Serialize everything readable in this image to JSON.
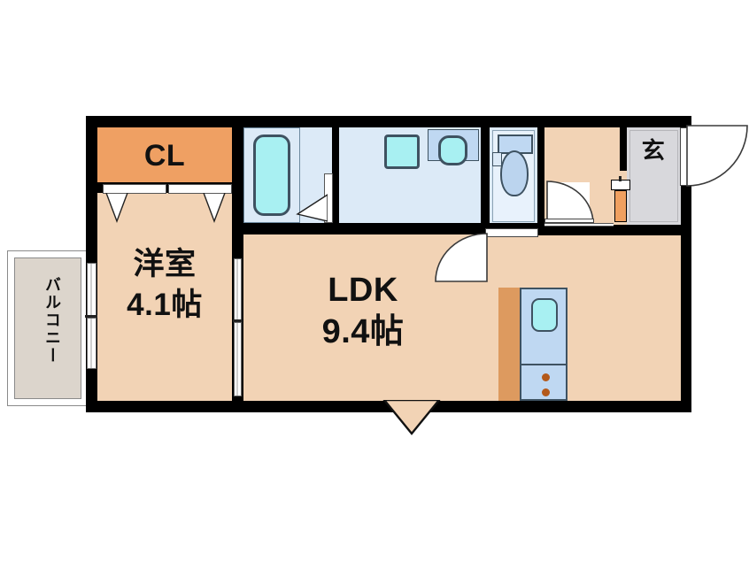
{
  "plan": {
    "type": "apartment-floor-plan",
    "layout_code": "1LDK",
    "unit_of_area": "帖",
    "colors": {
      "wall": "#000000",
      "floor": "#F2D3B5",
      "closet": "#EFA063",
      "water_area": "#DCEAF7",
      "entrance": "#D8D8DC",
      "balcony": "#DCD5CC",
      "fixture_outline": "#3E5261",
      "fixture_cyan": "#A8F0F2",
      "fixture_blue": "#BFD8F2"
    }
  },
  "rooms": {
    "closet": {
      "label": "CL",
      "name": "closet"
    },
    "bedroom": {
      "label": "洋室",
      "area": "4.1帖",
      "name": "western-room"
    },
    "ldk": {
      "label": "LDK",
      "area": "9.4帖",
      "name": "living-dining-kitchen"
    },
    "balcony": {
      "label": "バルコニー",
      "name": "balcony"
    },
    "entrance": {
      "label": "玄",
      "name": "entrance-genkan"
    },
    "bathroom": {
      "name": "bathroom-unit-bath"
    },
    "washroom": {
      "name": "washroom-vanity"
    },
    "toilet": {
      "name": "toilet"
    }
  },
  "fixtures": {
    "bathtub": "bathtub",
    "washing_machine": "washing-machine-space",
    "washbasin": "washbasin",
    "toilet": "toilet-fixture",
    "kitchen_sink": "kitchen-sink",
    "stove_knobs": "stove-knobs",
    "shoe_cabinet": "shoe-cabinet"
  },
  "doors": {
    "entrance_door": "entrance-door",
    "toilet_door": "toilet-door",
    "ldk_hall_door": "ldk-hall-door",
    "closet_doors": "closet-folding-doors",
    "bedroom_sliding_door": "bedroom-sliding-door",
    "bath_folding_door": "bath-folding-door",
    "balcony_sliding_door": "balcony-sliding-door"
  },
  "markers": {
    "ldk_window_marker": "window-direction-marker"
  }
}
